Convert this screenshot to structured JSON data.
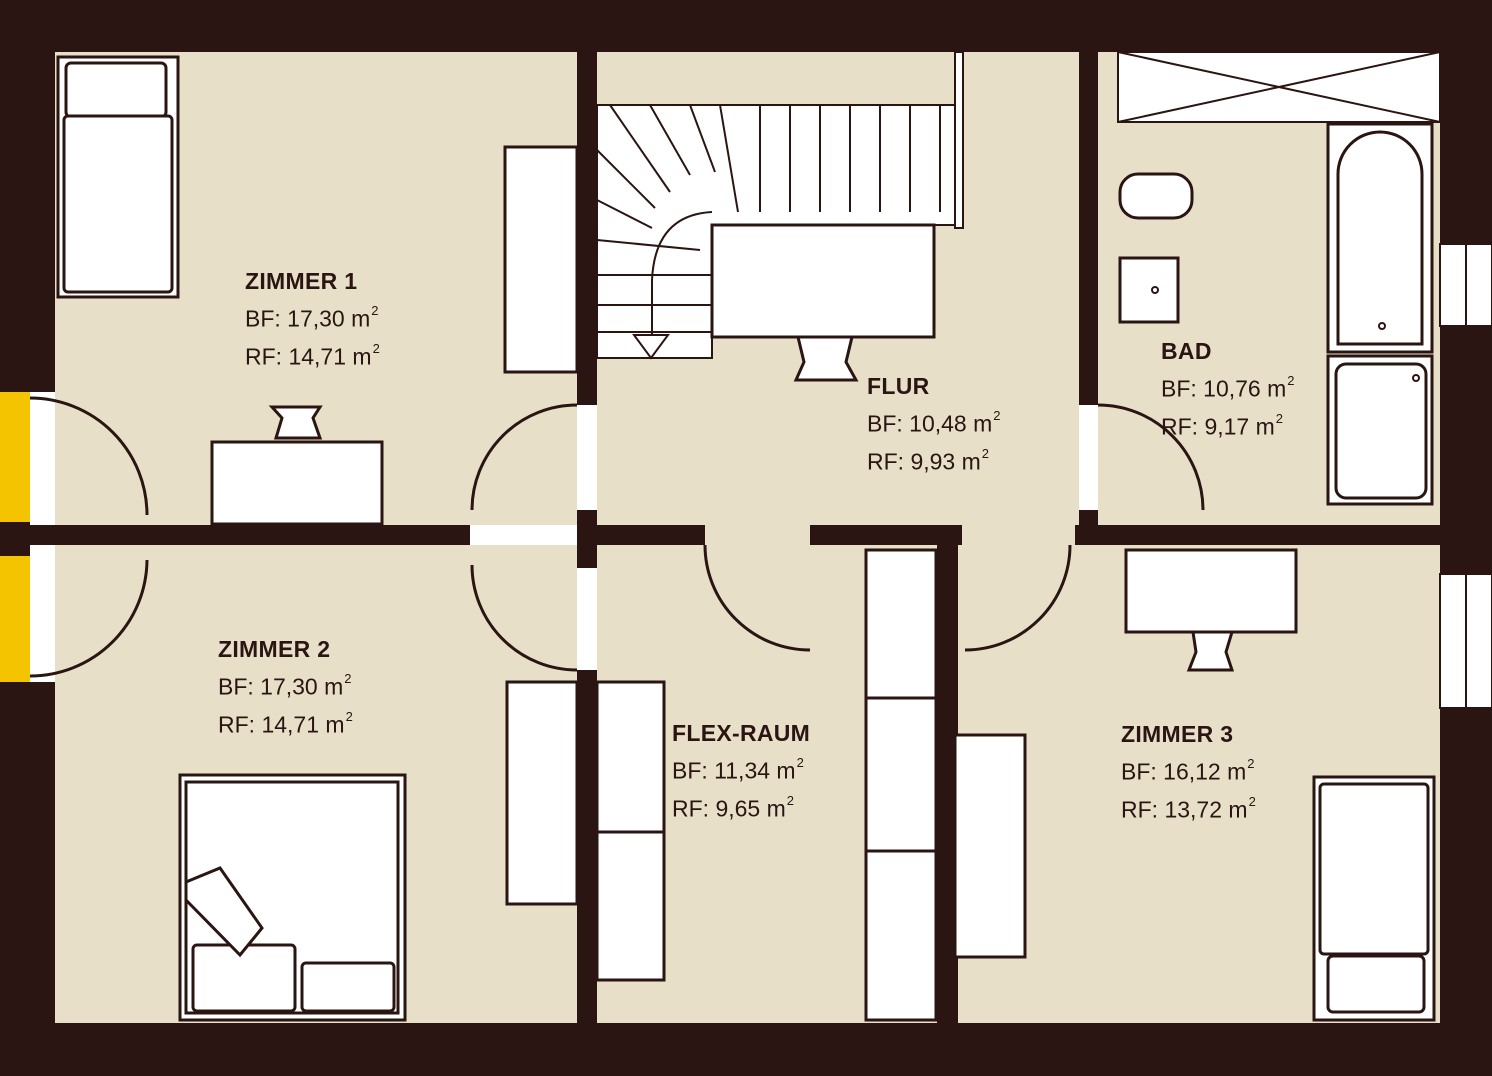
{
  "colors": {
    "wall": "#2a1512",
    "floor": "#e8dfc9",
    "furniture": "#ffffff",
    "window_accent": "#f5c400"
  },
  "rooms": [
    {
      "name": "ZIMMER 1",
      "bf_label": "BF:",
      "bf_value": "17,30 m",
      "rf_label": "RF:",
      "rf_value": "14,71 m",
      "unit_exp": "2"
    },
    {
      "name": "ZIMMER 2",
      "bf_label": "BF:",
      "bf_value": "17,30 m",
      "rf_label": "RF:",
      "rf_value": "14,71 m",
      "unit_exp": "2"
    },
    {
      "name": "FLUR",
      "bf_label": "BF:",
      "bf_value": "10,48 m",
      "rf_label": "RF:",
      "rf_value": "9,93 m",
      "unit_exp": "2"
    },
    {
      "name": "BAD",
      "bf_label": "BF:",
      "bf_value": "10,76 m",
      "rf_label": "RF:",
      "rf_value": "9,17 m",
      "unit_exp": "2"
    },
    {
      "name": "FLEX-RAUM",
      "bf_label": "BF:",
      "bf_value": "11,34 m",
      "rf_label": "RF:",
      "rf_value": "9,65 m",
      "unit_exp": "2"
    },
    {
      "name": "ZIMMER 3",
      "bf_label": "BF:",
      "bf_value": "16,12 m",
      "rf_label": "RF:",
      "rf_value": "13,72 m",
      "unit_exp": "2"
    }
  ]
}
